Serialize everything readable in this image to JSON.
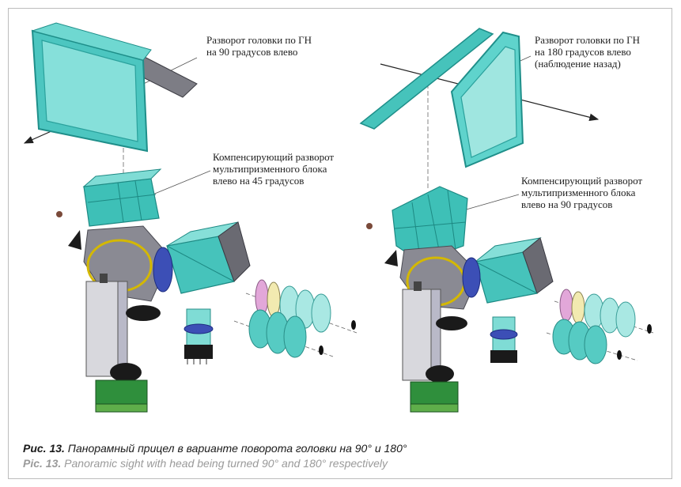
{
  "labels": {
    "left_top": "Разворот головки по ГН\nна 90 градусов влево",
    "left_mid": "Компенсирующий разворот\nмультипризменного блока\nвлево на 45 градусов",
    "right_top": "Разворот головки по ГН\nна 180 градусов влево\n(наблюдение назад)",
    "right_mid": "Компенсирующий разворот\nмультипризменного блока\nвлево на 90 градусов"
  },
  "caption": {
    "ru_prefix": "Рис. 13.",
    "ru_text": " Панорамный прицел в варианте поворота головки на 90° и 180°",
    "en_prefix": "Pic. 13.",
    "en_text": " Panoramic sight with head being turned 90° and 180° respectively"
  },
  "colors": {
    "glass": "#5fd3cc",
    "glass_dark": "#2fa8a3",
    "housing": "#8c8c94",
    "ru_caption": "#1a1a1a",
    "en_caption": "#9a9a9a"
  }
}
